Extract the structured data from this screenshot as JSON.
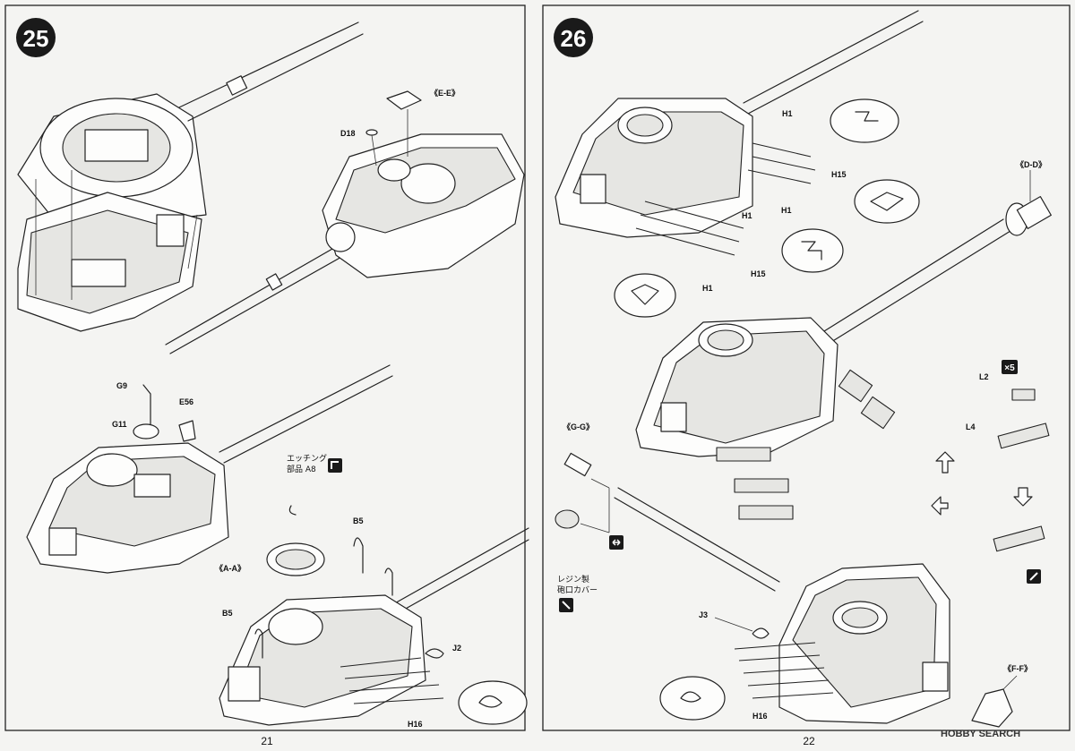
{
  "left_page": {
    "step_number": "25",
    "page_number": "21",
    "labels": {
      "ee": "《E-E》",
      "d18": "D18",
      "g9": "G9",
      "g11": "G11",
      "e56": "E56",
      "etching_line1": "エッチング",
      "etching_line2": "部品 A8",
      "b5_top": "B5",
      "b5_left": "B5",
      "aa": "《A-A》",
      "j2": "J2",
      "h16": "H16"
    }
  },
  "right_page": {
    "step_number": "26",
    "page_number": "22",
    "labels": {
      "h1_a": "H1",
      "h15_a": "H15",
      "h1_b": "H1",
      "h1_c": "H1",
      "h15_b": "H15",
      "h1_d": "H1",
      "dd": "《D-D》",
      "l2": "L2",
      "l4": "L4",
      "times5": "×5",
      "gg": "《G-G》",
      "resin_line1": "レジン製",
      "resin_line2": "砲口カバー",
      "j3": "J3",
      "ff": "《F-F》",
      "h16": "H16"
    }
  },
  "watermark": "HOBBY SEARCH",
  "icons": [
    "step-25-badge",
    "step-26-badge",
    "cement-icon",
    "bend-icon",
    "swap-icon",
    "paint-icon",
    "glue-brush-icon"
  ]
}
